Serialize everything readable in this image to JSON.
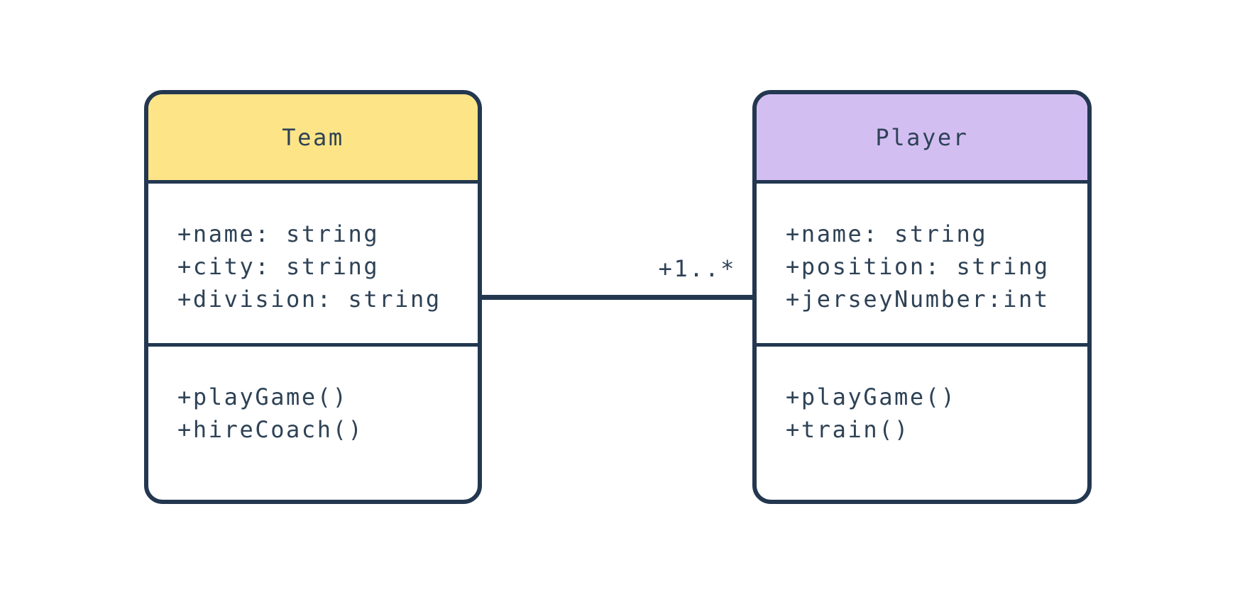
{
  "canvas": {
    "background": "#FFFFFF",
    "ink": "#233750",
    "text_color": "#2E4256"
  },
  "classes": [
    {
      "name": "Team",
      "header_color": "#FCE487",
      "attributes": [
        "+name: string",
        "+city: string",
        "+division: string"
      ],
      "methods": [
        "+playGame()",
        "+hireCoach()"
      ]
    },
    {
      "name": "Player",
      "header_color": "#D3BEF2",
      "attributes": [
        "+name: string",
        "+position: string",
        "+jerseyNumber:int"
      ],
      "methods": [
        "+playGame()",
        "+train()"
      ]
    }
  ],
  "association": {
    "from": "Team",
    "to": "Player",
    "label": "+1..*"
  }
}
